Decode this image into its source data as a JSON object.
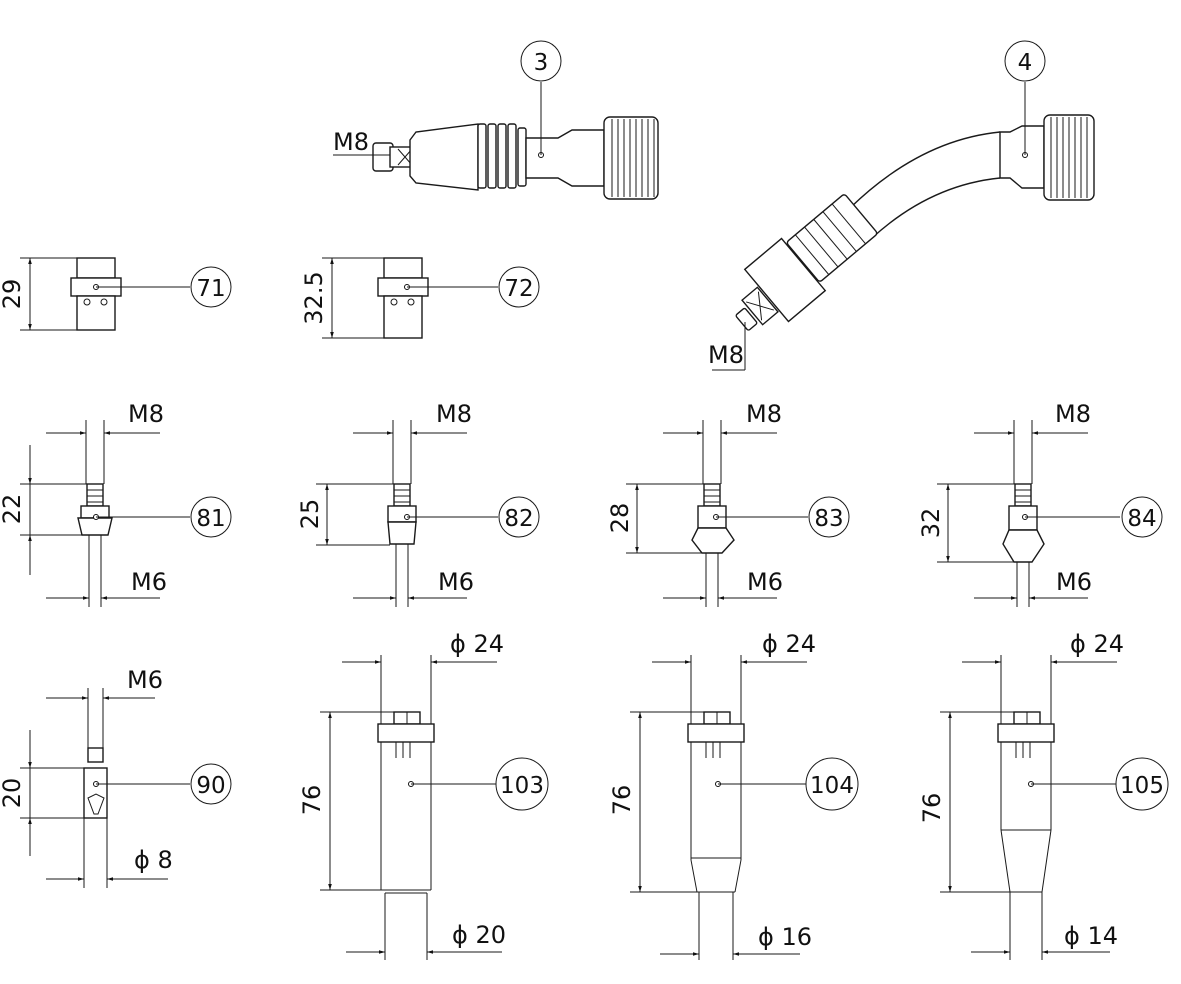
{
  "callouts": {
    "c3": "3",
    "c4": "4",
    "c71": "71",
    "c72": "72",
    "c81": "81",
    "c82": "82",
    "c83": "83",
    "c84": "84",
    "c90": "90",
    "c103": "103",
    "c104": "104",
    "c105": "105"
  },
  "dims": {
    "p3_thread": "M8",
    "p4_thread": "M8",
    "p71_h": "29",
    "p72_h": "32.5",
    "p81_top": "M8",
    "p81_h": "22",
    "p81_bot": "M6",
    "p82_top": "M8",
    "p82_h": "25",
    "p82_bot": "M6",
    "p83_top": "M8",
    "p83_h": "28",
    "p83_bot": "M6",
    "p84_top": "M8",
    "p84_h": "32",
    "p84_bot": "M6",
    "p90_top": "M6",
    "p90_h": "20",
    "p90_bot": "ϕ 8",
    "p103_top": "ϕ 24",
    "p103_h": "76",
    "p103_bot": "ϕ 20",
    "p104_top": "ϕ 24",
    "p104_h": "76",
    "p104_bot": "ϕ 16",
    "p105_top": "ϕ 24",
    "p105_h": "76",
    "p105_bot": "ϕ 14"
  }
}
